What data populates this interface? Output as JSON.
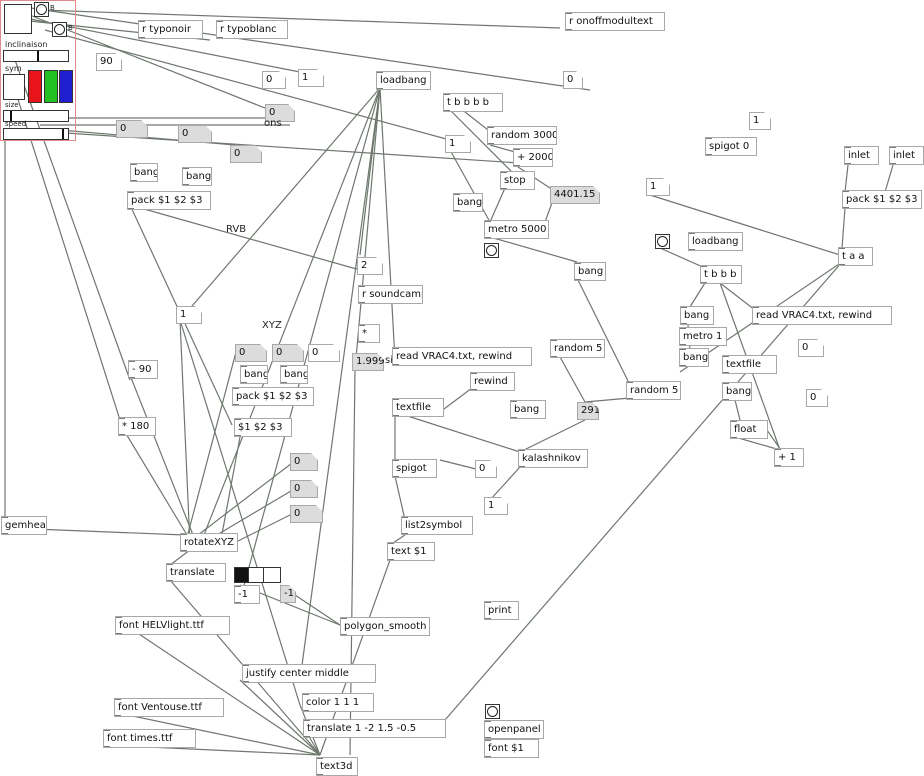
{
  "gop": {
    "labels": {
      "inclinaison": "inclinaison",
      "sym": "sym",
      "size": "size",
      "speed": "speed",
      "b1": "B",
      "b2": "B"
    },
    "colors": {
      "red": "#e8141c",
      "green": "#22c022",
      "blue": "#1f1fd0"
    }
  },
  "objects": {
    "r_typonoir": "r typonoir",
    "r_typoblanc": "r typoblanc",
    "r_onoffmodultext": "r onoffmodultext",
    "loadbang_main": "loadbang",
    "t_bbbb_top": "t b b b b",
    "random_3000": "random 3000",
    "plus_2000": "+ 2000",
    "stop": "stop",
    "bang_metro": "bang",
    "metro_5000": "metro 5000",
    "spigot_0": "spigot 0",
    "inlet_1": "inlet",
    "inlet_2": "inlet",
    "pack_right": "pack $1 $2 $3",
    "t_aa": "t a a",
    "loadbang_right": "loadbang",
    "t_bbb": "t b b b",
    "read_vrac_right": "read VRAC4.txt, rewind",
    "bang_r1": "bang",
    "metro_1": "metro 1",
    "bang_r2": "bang",
    "textfile_right": "textfile",
    "bang_r3": "bang",
    "float": "float",
    "plus_1": "+ 1",
    "bang_left1": "bang",
    "bang_left2": "bang",
    "pack_rvb": "pack $1 $2 $3",
    "label_rvb": "RVB",
    "r_soundcamp": "r soundcamp",
    "mult": "*",
    "label_xyz": "XYZ",
    "bang_xyz1": "bang",
    "bang_xyz2": "bang",
    "pack_xyz": "pack $1 $2 $3",
    "msg_123": "$1 $2 $3",
    "minus_90": "- 90",
    "mult_180": "* 180",
    "read_vrac_mid": "read VRAC4.txt, rewind",
    "rewind": "rewind",
    "textfile_mid": "textfile",
    "bang_mid": "bang",
    "random_5a": "random 5",
    "random_5b": "random 5",
    "kalashnikov": "kalashnikov",
    "spigot": "spigot",
    "list2symbol": "list2symbol",
    "text_1": "text $1",
    "gemhead": "gemhead",
    "rotatexyz": "rotateXYZ",
    "translate": "translate",
    "font_helv": "font HELVlight.ttf",
    "polygon_smooth": "polygon_smooth",
    "justify": "justify center middle",
    "color_111": "color 1 1 1",
    "font_ventouse": "font Ventouse.ttf",
    "translate_2": "translate 1 -2 1.5 -0.5",
    "font_times": "font times.ttf",
    "text3d": "text3d",
    "openpanel": "openpanel",
    "font_1": "font $1",
    "print": "print",
    "bang_right_loop": "bang",
    "msg_minus1a": "-1",
    "msg_minus1b": "-1",
    "si": "si",
    "ons": "ons"
  },
  "numbers": {
    "n90": "90",
    "n0_a": "0",
    "n1_a": "1",
    "n0_b": "0",
    "n0_c": "0",
    "n0_d": "0",
    "n0_e": "0",
    "n1_b": "1",
    "n4401": "4401.15",
    "n1_c": "1",
    "n1_d": "1",
    "n2": "2",
    "n1999": "1.999",
    "n1_e": "1",
    "n0_f": "0",
    "n0_g": "0",
    "n0_h": "0",
    "n291": "291",
    "n0_i": "0",
    "n1_f": "1",
    "n0_j": "0",
    "n0_k": "0",
    "n0_l": "0",
    "n0_m": "0",
    "n0_n": "0"
  }
}
